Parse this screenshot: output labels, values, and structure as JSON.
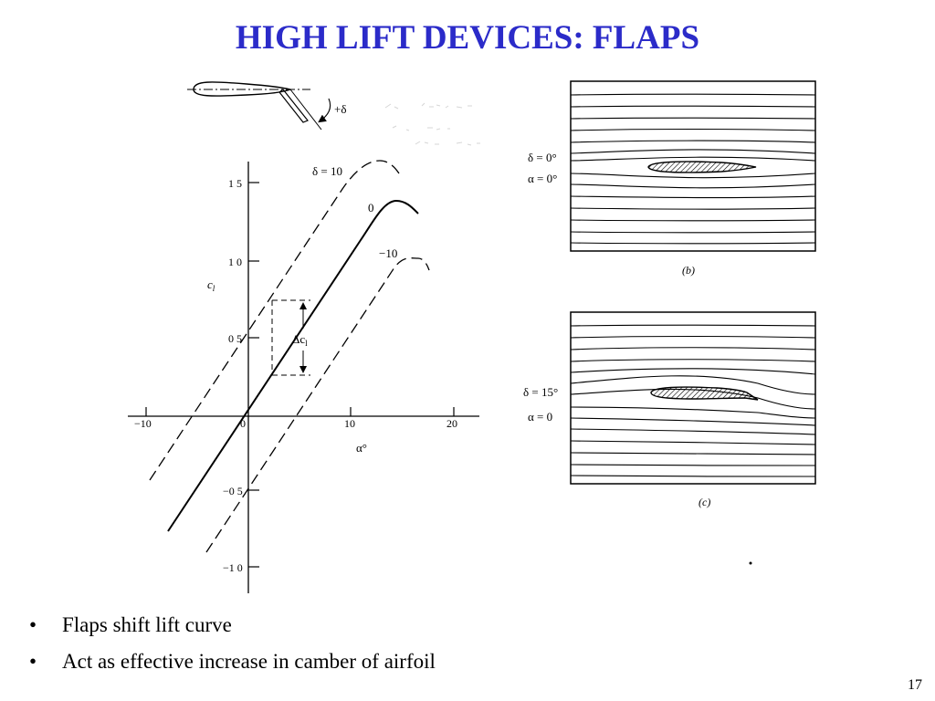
{
  "slide": {
    "title": "HIGH LIFT DEVICES: FLAPS",
    "page_number": "17",
    "bullets": [
      {
        "marker": "•",
        "text": "Flaps shift lift curve"
      },
      {
        "marker": "•",
        "text": "Act as effective increase in camber of airfoil"
      }
    ],
    "title_color": "#2b2bc9"
  },
  "airfoil_sketch": {
    "deflection_label": "+δ"
  },
  "lift_plot": {
    "y_axis_label": "c",
    "y_axis_sub": "l",
    "x_axis_label": "α°",
    "delta_label": "Δc",
    "delta_sub": "l",
    "y_ticks": [
      "1 5",
      "1 0",
      "0 5",
      "−0 5",
      "−1 0"
    ],
    "x_ticks": [
      "−10",
      "0",
      "10",
      "20"
    ],
    "curve_labels": [
      "δ = 10",
      "0",
      "−10"
    ]
  },
  "flow_panels": [
    {
      "delta_label": "δ = 0°",
      "alpha_label": "α = 0°",
      "caption": "(b)"
    },
    {
      "delta_label": "δ = 15°",
      "alpha_label": "α = 0",
      "caption": "(c)"
    }
  ]
}
